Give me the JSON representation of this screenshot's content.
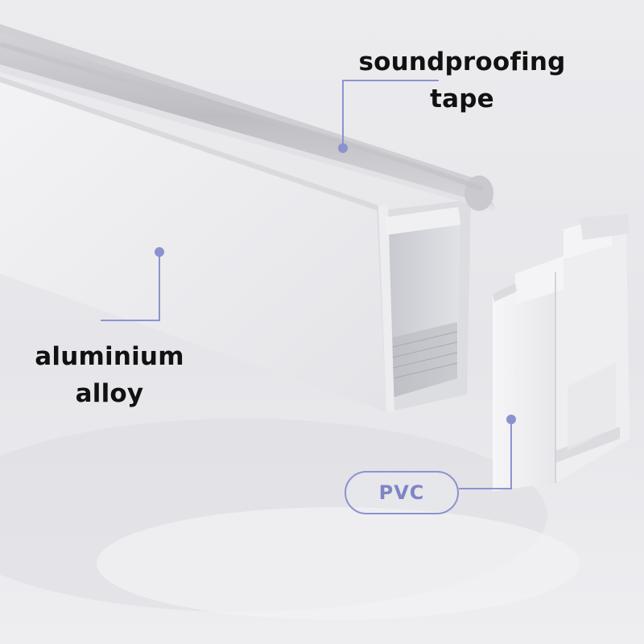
{
  "labels": {
    "soundproofing_tape_line1": "soundproofing",
    "soundproofing_tape_line2": "tape",
    "aluminium_alloy_line1": "aluminium",
    "aluminium_alloy_line2": "alloy",
    "pvc": "PVC"
  },
  "colors": {
    "callout": "#8d92cf",
    "label_text": "#111111",
    "background": "#e9e9ec"
  }
}
